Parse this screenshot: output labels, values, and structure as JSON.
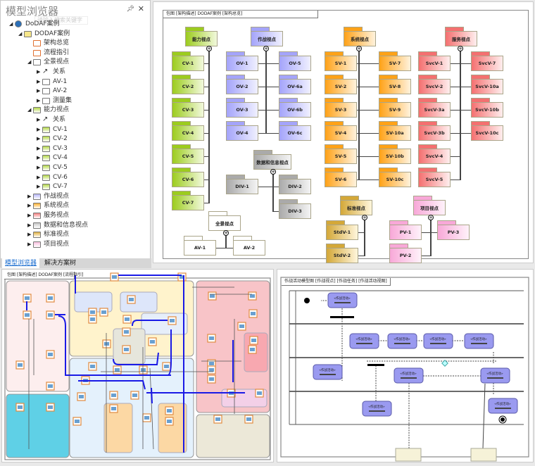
{
  "browser": {
    "title": "模型浏览器",
    "pin_icon": "pin-icon",
    "close_icon": "close-icon",
    "search_placeholder": "请输入搜索关键字",
    "items": [
      {
        "label": "DoDAF案例",
        "level": 0,
        "expanded": true,
        "icon": "project"
      },
      {
        "label": "DODAF案例",
        "level": 1,
        "expanded": true,
        "icon": "model"
      },
      {
        "label": "架构总览",
        "level": 2,
        "expanded": null,
        "icon": "diagram"
      },
      {
        "label": "流程指引",
        "level": 2,
        "expanded": null,
        "icon": "diagram"
      },
      {
        "label": "全景视点",
        "level": 2,
        "expanded": true,
        "icon": "folder",
        "color": "#ffffff"
      },
      {
        "label": "关系",
        "level": 3,
        "expanded": false,
        "icon": "relation"
      },
      {
        "label": "AV-1",
        "level": 3,
        "expanded": false,
        "icon": "folder",
        "color": "#ffffff"
      },
      {
        "label": "AV-2",
        "level": 3,
        "expanded": false,
        "icon": "folder",
        "color": "#ffffff"
      },
      {
        "label": "测量集",
        "level": 3,
        "expanded": false,
        "icon": "folder",
        "color": "#ffffff"
      },
      {
        "label": "能力视点",
        "level": 2,
        "expanded": true,
        "icon": "folder",
        "color": "#b5d84a"
      },
      {
        "label": "关系",
        "level": 3,
        "expanded": false,
        "icon": "relation"
      },
      {
        "label": "CV-1",
        "level": 3,
        "expanded": false,
        "icon": "folder",
        "color": "#b5d84a"
      },
      {
        "label": "CV-2",
        "level": 3,
        "expanded": false,
        "icon": "folder",
        "color": "#b5d84a"
      },
      {
        "label": "CV-3",
        "level": 3,
        "expanded": false,
        "icon": "folder",
        "color": "#b5d84a"
      },
      {
        "label": "CV-4",
        "level": 3,
        "expanded": false,
        "icon": "folder",
        "color": "#b5d84a"
      },
      {
        "label": "CV-5",
        "level": 3,
        "expanded": false,
        "icon": "folder",
        "color": "#b5d84a"
      },
      {
        "label": "CV-6",
        "level": 3,
        "expanded": false,
        "icon": "folder",
        "color": "#b5d84a"
      },
      {
        "label": "CV-7",
        "level": 3,
        "expanded": false,
        "icon": "folder",
        "color": "#b5d84a"
      },
      {
        "label": "作战视点",
        "level": 2,
        "expanded": false,
        "icon": "folder",
        "color": "#b8b8f8"
      },
      {
        "label": "系统视点",
        "level": 2,
        "expanded": false,
        "icon": "folder",
        "color": "#ffb030"
      },
      {
        "label": "服务视点",
        "level": 2,
        "expanded": false,
        "icon": "folder",
        "color": "#f48080"
      },
      {
        "label": "数据和信息视点",
        "level": 2,
        "expanded": false,
        "icon": "folder",
        "color": "#c8c8c8"
      },
      {
        "label": "标准视点",
        "level": 2,
        "expanded": false,
        "icon": "folder",
        "color": "#e0b040"
      },
      {
        "label": "项目视点",
        "level": 2,
        "expanded": false,
        "icon": "folder",
        "color": "#f8c0e0"
      }
    ],
    "tabs": [
      {
        "label": "模型浏览器",
        "active": true
      },
      {
        "label": "解决方案树",
        "active": false
      }
    ]
  },
  "top_diagram": {
    "header": "包图 [架构描述] DODAF案例 [架构总览]",
    "viewpoints": [
      {
        "name": "能力视点",
        "colors": [
          "#9ccc1e",
          "#f2f9dc"
        ],
        "children": [
          "CV-1",
          "CV-2",
          "CV-3",
          "CV-4",
          "CV-5",
          "CV-6",
          "CV-7"
        ]
      },
      {
        "name": "作战视点",
        "colors": [
          "#a4a4fa",
          "#f0f0ff"
        ],
        "children": [
          "OV-1",
          "OV-2",
          "OV-3",
          "OV-4",
          "OV-5",
          "OV-6a",
          "OV-6b",
          "OV-6c"
        ]
      },
      {
        "name": "系统视点",
        "colors": [
          "#ffa218",
          "#fff2dc"
        ],
        "children": [
          "SV-1",
          "SV-2",
          "SV-3",
          "SV-4",
          "SV-5",
          "SV-6",
          "SV-7",
          "SV-8",
          "SV-9",
          "SV-10a",
          "SV-10b",
          "SV-10c"
        ]
      },
      {
        "name": "服务视点",
        "colors": [
          "#f47070",
          "#ffeeee"
        ],
        "children": [
          "SvcV-1",
          "SvcV-2",
          "SvcV-3a",
          "SvcV-3b",
          "SvcV-4",
          "SvcV-5",
          "SvcV-7",
          "SvcV-10a",
          "SvcV-10b",
          "SvcV-10c"
        ]
      },
      {
        "name": "数据和信息视点",
        "colors": [
          "#aaaaaa",
          "#f4f4f4"
        ],
        "children": [
          "DIV-1",
          "DIV-2",
          "DIV-3"
        ]
      },
      {
        "name": "全景视点",
        "colors": [
          "#ffffff",
          "#ffffff"
        ],
        "children": [
          "AV-1",
          "AV-2"
        ]
      },
      {
        "name": "标准视点",
        "colors": [
          "#d4a838",
          "#fff6dc"
        ],
        "children": [
          "StdV-1",
          "StdV-2"
        ]
      },
      {
        "name": "项目视点",
        "colors": [
          "#f8a8d8",
          "#fff2fa"
        ],
        "children": [
          "PV-1",
          "PV-3",
          "PV-2"
        ]
      }
    ]
  },
  "process_diagram": {
    "header": "包图 [架构描述] DODAF案例 [流程指引]",
    "region_colors": [
      "#fdeeee",
      "#5fd0e6",
      "#fff3cc",
      "#e4f1fc",
      "#f8c4c8",
      "#ece8d8"
    ],
    "flow_color": "#1a1ae6"
  },
  "activity_diagram": {
    "header": "作战活动模型图 [作战视点] [作战任务] [作战活动视图]",
    "activity_color": "#9a9af0",
    "stereotype": "«作战活动»"
  }
}
